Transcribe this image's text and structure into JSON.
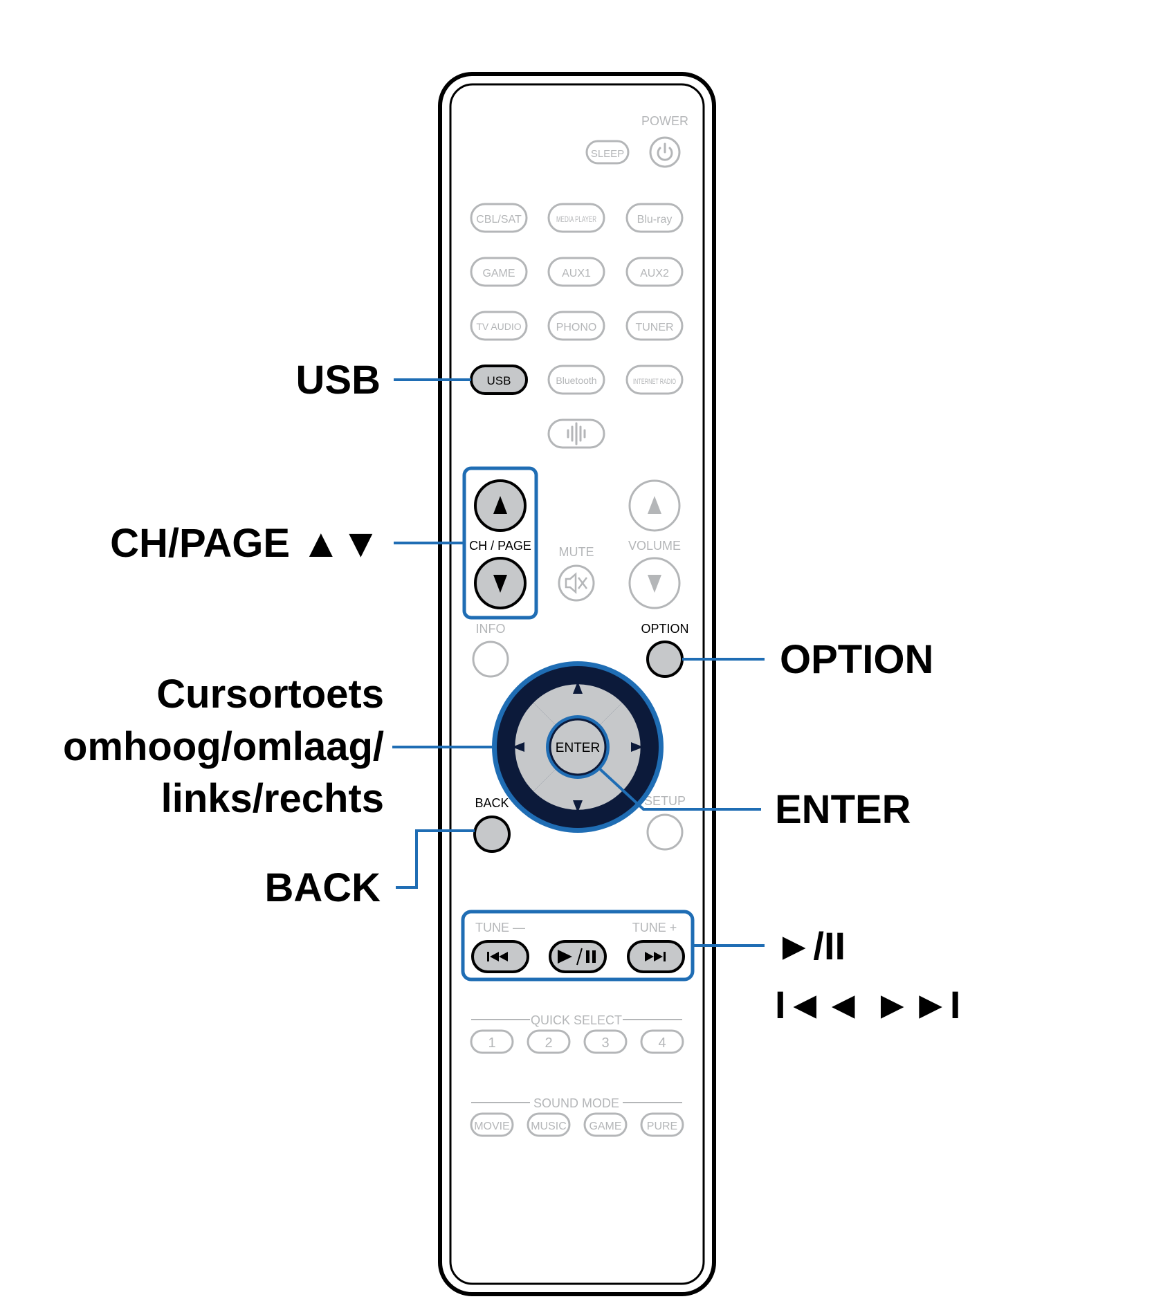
{
  "callouts": {
    "usb": "USB",
    "ch_page": "CH/PAGE ▲▼",
    "cursor_line1": "Cursortoets",
    "cursor_line2": "omhoog/omlaag/",
    "cursor_line3": "links/rechts",
    "back": "BACK",
    "option": "OPTION",
    "enter": "ENTER",
    "play_pause": "►/II",
    "skip": "I◄◄ ►►I"
  },
  "remote": {
    "power_label": "POWER",
    "sleep": "SLEEP",
    "sources_row1": [
      "CBL/SAT",
      "MEDIA PLAYER",
      "Blu-ray"
    ],
    "sources_row2": [
      "GAME",
      "AUX1",
      "AUX2"
    ],
    "sources_row3": [
      "TV AUDIO",
      "PHONO",
      "TUNER"
    ],
    "sources_row4": [
      "USB",
      "Bluetooth",
      "INTERNET RADIO"
    ],
    "ch_page_label": "CH / PAGE",
    "mute_label": "MUTE",
    "volume_label": "VOLUME",
    "info_label": "INFO",
    "option_label": "OPTION",
    "enter_label": "ENTER",
    "back_label": "BACK",
    "setup_label": "SETUP",
    "tune_minus": "TUNE —",
    "tune_plus": "TUNE +",
    "quick_select_label": "QUICK SELECT",
    "quick_select": [
      "1",
      "2",
      "3",
      "4"
    ],
    "sound_mode_label": "SOUND MODE",
    "sound_modes": [
      "MOVIE",
      "MUSIC",
      "GAME",
      "PURE"
    ]
  },
  "colors": {
    "highlight_blue": "#1f6db4",
    "button_fill_active": "#c6c8ca",
    "inactive_gray": "#b4b6b8",
    "dpad_navy": "#0c1a3a"
  }
}
